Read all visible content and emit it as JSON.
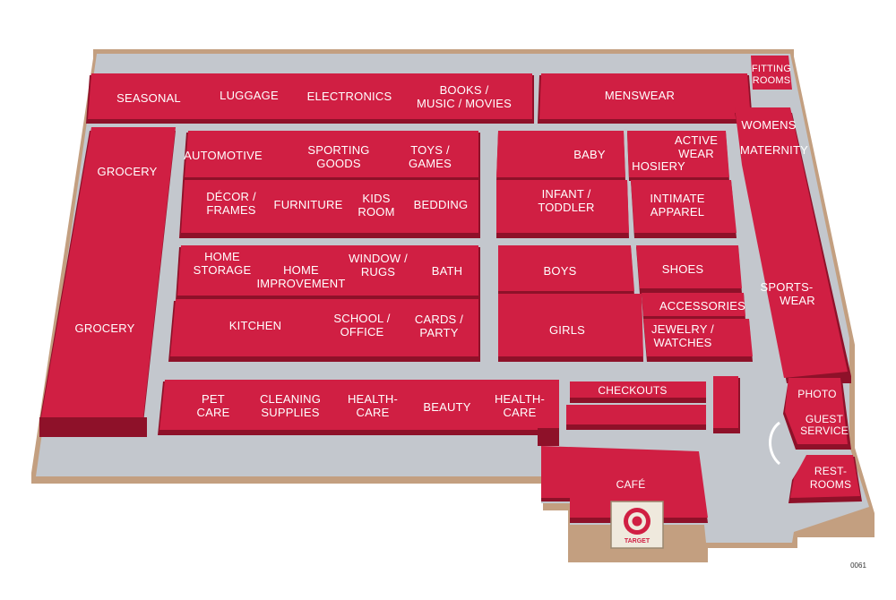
{
  "colors": {
    "dept": "#d01f43",
    "dept_edge": "#8e1129",
    "floor": "#c3c7cd",
    "base": "#c39f80",
    "background": "#ffffff"
  },
  "departments": {
    "seasonal": "SEASONAL",
    "luggage": "LUGGAGE",
    "electronics": "ELECTRONICS",
    "books": [
      "BOOKS /",
      "MUSIC / MOVIES"
    ],
    "menswear": "MENSWEAR",
    "fitting_rooms": [
      "FITTING",
      "ROOMS"
    ],
    "womens": "WOMENS",
    "maternity": "MATERNITY",
    "grocery_top": "GROCERY",
    "grocery_bottom": "GROCERY",
    "automotive": "AUTOMOTIVE",
    "sporting_goods": [
      "SPORTING",
      "GOODS"
    ],
    "toys_games": [
      "TOYS /",
      "GAMES"
    ],
    "baby": "BABY",
    "active_wear": [
      "ACTIVE",
      "WEAR"
    ],
    "hosiery": "HOSIERY",
    "decor_frames": [
      "DÉCOR /",
      "FRAMES"
    ],
    "furniture": "FURNITURE",
    "kids_room": [
      "KIDS",
      "ROOM"
    ],
    "bedding": "BEDDING",
    "infant_toddler": [
      "INFANT /",
      "TODDLER"
    ],
    "intimate_apparel": [
      "INTIMATE",
      "APPAREL"
    ],
    "home_storage": [
      "HOME",
      "STORAGE"
    ],
    "home_improvement": [
      "HOME",
      "IMPROVEMENT"
    ],
    "window_rugs": [
      "WINDOW /",
      "RUGS"
    ],
    "bath": "BATH",
    "boys": "BOYS",
    "shoes": "SHOES",
    "accessories": "ACCESSORIES",
    "sportswear": [
      "SPORTS-",
      "WEAR"
    ],
    "kitchen": "KITCHEN",
    "school_office": [
      "SCHOOL /",
      "OFFICE"
    ],
    "cards_party": [
      "CARDS /",
      "PARTY"
    ],
    "girls": "GIRLS",
    "jewelry_watches": [
      "JEWELRY /",
      "WATCHES"
    ],
    "pet_care": [
      "PET",
      "CARE"
    ],
    "cleaning_supplies": [
      "CLEANING",
      "SUPPLIES"
    ],
    "health_care_1": [
      "HEALTH-",
      "CARE"
    ],
    "beauty": "BEAUTY",
    "health_care_2": [
      "HEALTH-",
      "CARE"
    ],
    "checkouts": "CHECKOUTS",
    "photo": "PHOTO",
    "guest_service": [
      "GUEST",
      "SERVICE"
    ],
    "restrooms": [
      "REST-",
      "ROOMS"
    ],
    "cafe": "CAFÉ"
  },
  "logo": {
    "text": "TARGET",
    "icon": "bullseye-icon"
  },
  "image_code": "0061"
}
